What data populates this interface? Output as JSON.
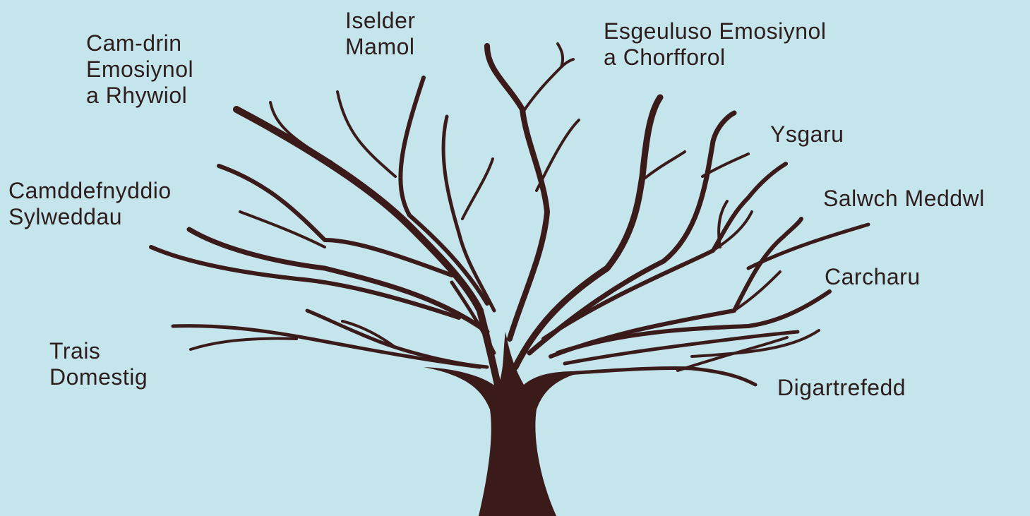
{
  "background_color": "#c5e5ec",
  "tree_color": "#3a1b1a",
  "text_color": "#2d1d1d",
  "labels": {
    "cam_drin": [
      "Cam-drin",
      "Emosiynol",
      "a Rhywiol"
    ],
    "iselder": [
      "Iselder",
      "Mamol"
    ],
    "esgeuluso": [
      "Esgeuluso Emosiynol",
      "a Chorfforol"
    ],
    "ysgaru": [
      "Ysgaru"
    ],
    "camddefnyddio": [
      "Camddefnyddio",
      "Sylweddau"
    ],
    "salwch": [
      "Salwch Meddwl"
    ],
    "carcharu": [
      "Carcharu"
    ],
    "trais": [
      "Trais",
      "Domestig"
    ],
    "digartrefedd": [
      "Digartrefedd"
    ]
  }
}
